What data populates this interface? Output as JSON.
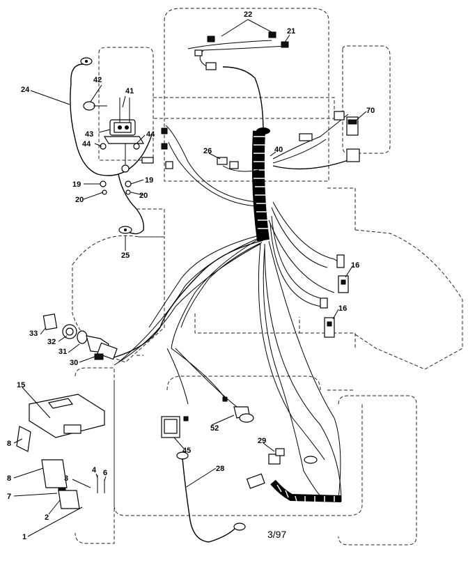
{
  "callouts": {
    "c1": "1",
    "c2": "2",
    "c3": "3",
    "c4": "4",
    "c6": "6",
    "c7": "7",
    "c8a": "8",
    "c8b": "8",
    "c15": "15",
    "c16a": "16",
    "c16b": "16",
    "c19a": "19",
    "c19b": "19",
    "c20a": "20",
    "c20b": "20",
    "c21": "21",
    "c22": "22",
    "c24": "24",
    "c25": "25",
    "c26": "26",
    "c28": "28",
    "c29": "29",
    "c30": "30",
    "c31": "31",
    "c32": "32",
    "c33": "33",
    "c40": "40",
    "c41": "41",
    "c42": "42",
    "c43": "43",
    "c44a": "44",
    "c44b": "44",
    "c45": "45",
    "c52": "52",
    "c70": "70"
  },
  "date_stamp": "3/97"
}
